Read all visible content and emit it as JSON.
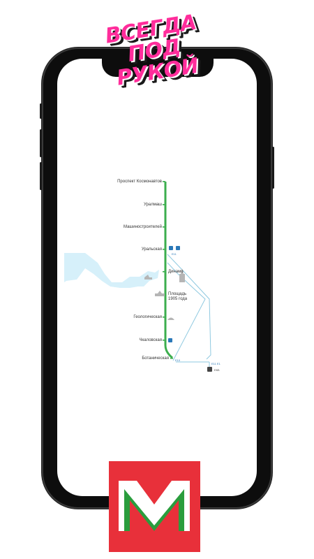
{
  "promo": {
    "slogan_line1": "ВСЕГДА",
    "slogan_line2": "ПОД",
    "slogan_line3": "РУКОЙ"
  },
  "map": {
    "line_color": "#3cae4e",
    "branch_color": "#8fc9e0",
    "river_color": "#d6f0fa",
    "stations": [
      {
        "label": "Проспект Космонавтов"
      },
      {
        "label": "Уралмаш"
      },
      {
        "label": "Машиностроителей"
      },
      {
        "label": "Уральская"
      },
      {
        "label": "Динамо"
      },
      {
        "label": "Площадь 1905 года"
      },
      {
        "label": "Геологическая"
      },
      {
        "label": "Чкаловская"
      },
      {
        "label": "Ботаническая"
      }
    ],
    "small_labels": {
      "uralskaya_line": "Е11",
      "botanicheskaya_line": "Е10",
      "right_line": "Е11 Е1",
      "terminal": "ЕКБ"
    }
  },
  "app_logo": {
    "letter_colors": [
      "#ffffff",
      "#2a9d3d"
    ],
    "background": "#e8303a"
  }
}
